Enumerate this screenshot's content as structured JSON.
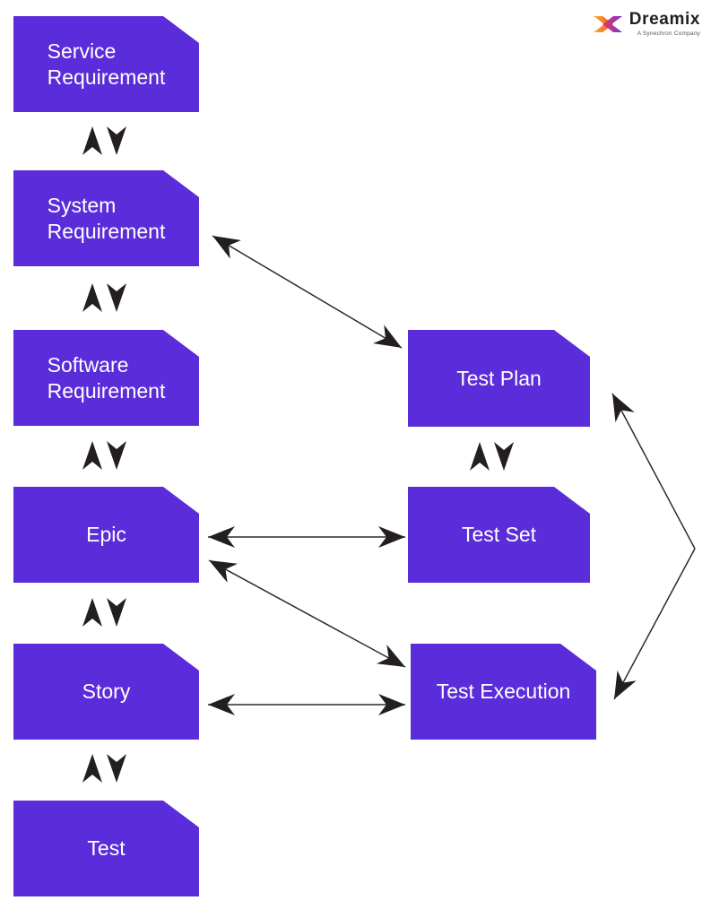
{
  "logo": {
    "brand": "Dreamix",
    "tagline": "A Synechron Company"
  },
  "colors": {
    "node_fill": "#5B2CD9",
    "node_text": "#FFFFFF",
    "connector_line": "#2D2A2E",
    "arrowhead": "#231F20",
    "background": "#FFFFFF"
  },
  "diagram": {
    "left_column": [
      {
        "id": "service-requirement",
        "label": "Service Requirement"
      },
      {
        "id": "system-requirement",
        "label": "System Requirement"
      },
      {
        "id": "software-requirement",
        "label": "Software Requirement"
      },
      {
        "id": "epic",
        "label": "Epic"
      },
      {
        "id": "story",
        "label": "Story"
      },
      {
        "id": "test",
        "label": "Test"
      }
    ],
    "right_column": [
      {
        "id": "test-plan",
        "label": "Test Plan"
      },
      {
        "id": "test-set",
        "label": "Test Set"
      },
      {
        "id": "test-execution",
        "label": "Test Execution"
      }
    ],
    "relationships": [
      {
        "from": "Service Requirement",
        "to": "System Requirement",
        "type": "bidirectional"
      },
      {
        "from": "System Requirement",
        "to": "Software Requirement",
        "type": "bidirectional"
      },
      {
        "from": "Software Requirement",
        "to": "Epic",
        "type": "bidirectional"
      },
      {
        "from": "Epic",
        "to": "Story",
        "type": "bidirectional"
      },
      {
        "from": "Story",
        "to": "Test",
        "type": "bidirectional"
      },
      {
        "from": "System Requirement",
        "to": "Test Plan",
        "type": "bidirectional"
      },
      {
        "from": "Test Plan",
        "to": "Test Set",
        "type": "bidirectional"
      },
      {
        "from": "Epic",
        "to": "Test Set",
        "type": "bidirectional"
      },
      {
        "from": "Epic",
        "to": "Test Execution",
        "type": "bidirectional"
      },
      {
        "from": "Story",
        "to": "Test Execution",
        "type": "bidirectional"
      },
      {
        "from": "Test Plan",
        "to": "Test Execution",
        "type": "bidirectional"
      }
    ]
  }
}
